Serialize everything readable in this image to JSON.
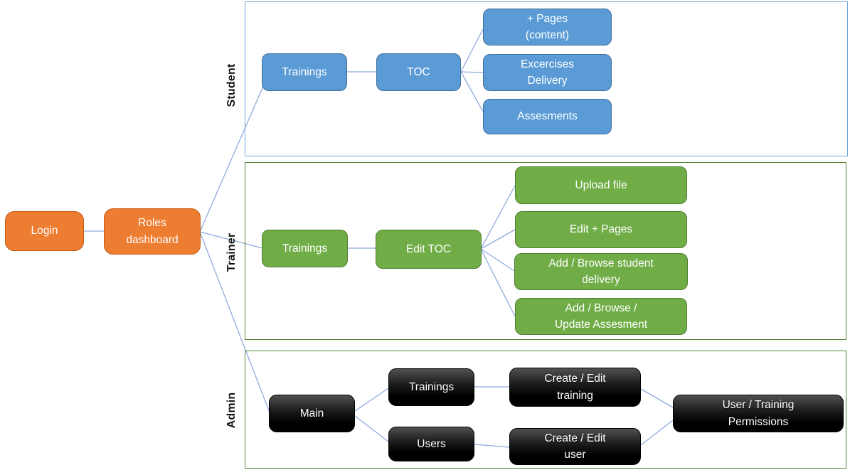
{
  "diagram_type": "role-based navigation flowchart",
  "lanes": {
    "student": {
      "label": "Student"
    },
    "trainer": {
      "label": "Trainer"
    },
    "admin": {
      "label": "Admin"
    }
  },
  "nodes": {
    "login": "Login",
    "roles_dashboard": "Roles\ndashboard",
    "student_trainings": "Trainings",
    "student_toc": "TOC",
    "student_pages_content": "+ Pages\n(content)",
    "student_exercises_delivery": "Excercises\nDelivery",
    "student_assessments": "Assesments",
    "trainer_trainings": "Trainings",
    "trainer_edit_toc": "Edit TOC",
    "trainer_upload_file": "Upload file",
    "trainer_edit_pages": "Edit + Pages",
    "trainer_add_browse_student_delivery": "Add / Browse student\ndelivery",
    "trainer_add_browse_update_assessment": "Add / Browse /\nUpdate Assesment",
    "admin_main": "Main",
    "admin_trainings": "Trainings",
    "admin_users": "Users",
    "admin_create_edit_training": "Create / Edit\ntraining",
    "admin_create_edit_user": "Create / Edit\nuser",
    "admin_user_training_permissions": "User / Training\nPermissions"
  },
  "colors": {
    "entry_box_fill": "#ED7D31",
    "entry_box_border": "#C55A11",
    "student_box_fill": "#5B9BD5",
    "student_box_border": "#41719C",
    "student_lane_border": "#6FA8DC",
    "trainer_box_fill": "#70AD47",
    "trainer_box_border": "#507E32",
    "green_lane_border": "#548235",
    "admin_box_fill": "#000000",
    "connector": "#8FAADC",
    "lane_label_text": "#151515",
    "node_text": "#FFFFFF",
    "background": "#FFFFFF"
  }
}
